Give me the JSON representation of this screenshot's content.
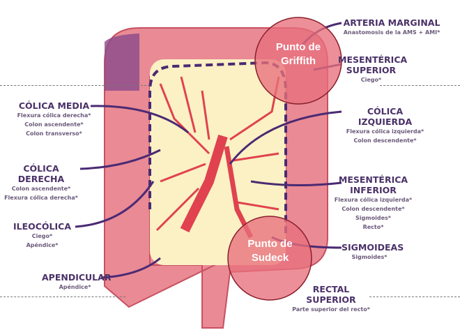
{
  "labels_left": [
    {
      "title": "CÓLICA MEDIA",
      "items": [
        "Flexura cólica derecha*",
        "Colon ascendente*",
        "Colon transverso*"
      ]
    },
    {
      "title": "CÓLICA DERECHA",
      "items": [
        "Colon ascendente*",
        "Flexura cólica derecha*"
      ]
    },
    {
      "title": "ILEOCÓLICA",
      "items": [
        "Ciego*",
        "Apéndice*"
      ]
    },
    {
      "title": "APENDICULAR",
      "items": [
        "Apéndice*"
      ]
    }
  ],
  "labels_right": [
    {
      "title": "ARTERIA MARGINAL",
      "items": [
        "Anastomosis de la AMS + AMI*"
      ]
    },
    {
      "title": "MESENTÉRICA SUPERIOR",
      "items": [
        "Ciego*"
      ]
    },
    {
      "title": "CÓLICA IZQUIERDA",
      "items": [
        "Flexura cólica izquierda*",
        "Colon descendente*"
      ]
    },
    {
      "title": "MESENTÉRICA INFERIOR",
      "items": [
        "Flexura cólica izquierda*",
        "Colon descendente*",
        "Sigmoides*",
        "Recto*"
      ]
    },
    {
      "title": "SIGMOIDEAS",
      "items": [
        "Sigmoides*"
      ]
    },
    {
      "title": "RECTAL SUPERIOR",
      "items": [
        "Parte superior del recto*"
      ]
    }
  ],
  "highlights": [
    {
      "text": "Punto de Griffith"
    },
    {
      "text": "Punto de Sudeck"
    }
  ],
  "colors": {
    "colon": "#e98a95",
    "mesentery": "#fbf1c4",
    "artery": "#e0424f",
    "marginal": "#4b2a73",
    "highlight": "#e8707c"
  }
}
